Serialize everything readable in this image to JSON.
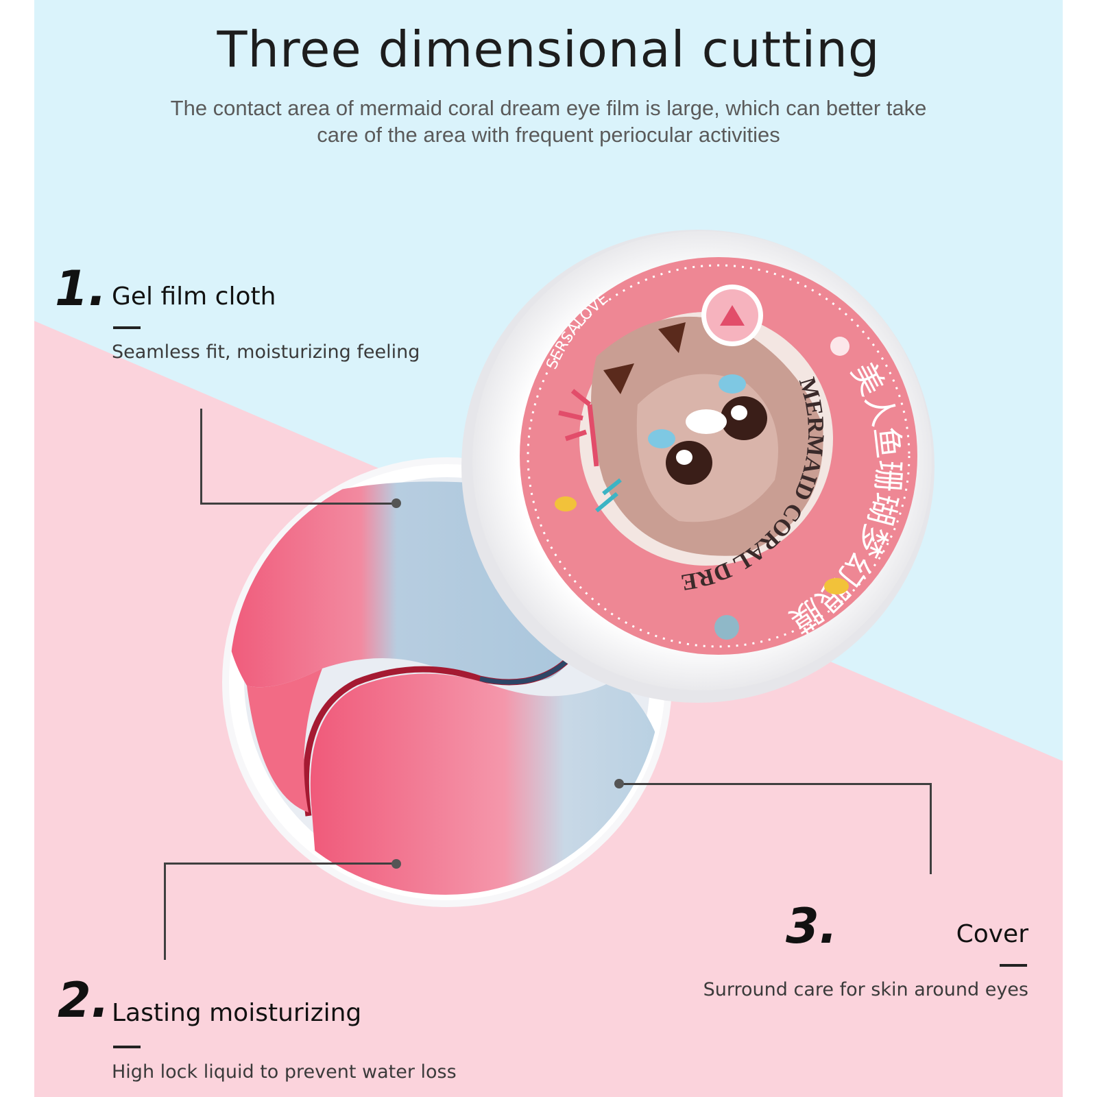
{
  "header": {
    "title": "Three dimensional cutting",
    "subtitle_line1": "The contact area of mermaid coral dream eye film is large, which can better take",
    "subtitle_line2": "care of the area with frequent periocular activities"
  },
  "features": [
    {
      "number": "1.",
      "title": "Gel film cloth",
      "description": "Seamless fit, moisturizing feeling"
    },
    {
      "number": "2.",
      "title": "Lasting moisturizing",
      "description": "High lock liquid to prevent water loss"
    },
    {
      "number": "3.",
      "title": "Cover",
      "description": "Surround care for skin around eyes"
    }
  ],
  "product_label": {
    "brand": "SERSALOVE",
    "ring_text": "MERMAID CORAL DREAM EYE MASK",
    "chinese_text": "美人鱼珊瑚梦幻眼膜"
  },
  "colors": {
    "sky_blue": "#daf3fb",
    "pink": "#fbd3dc",
    "lid_pink": "#ee8794",
    "patch_pink": "#f0728a",
    "patch_blue": "#b6cfdf"
  }
}
